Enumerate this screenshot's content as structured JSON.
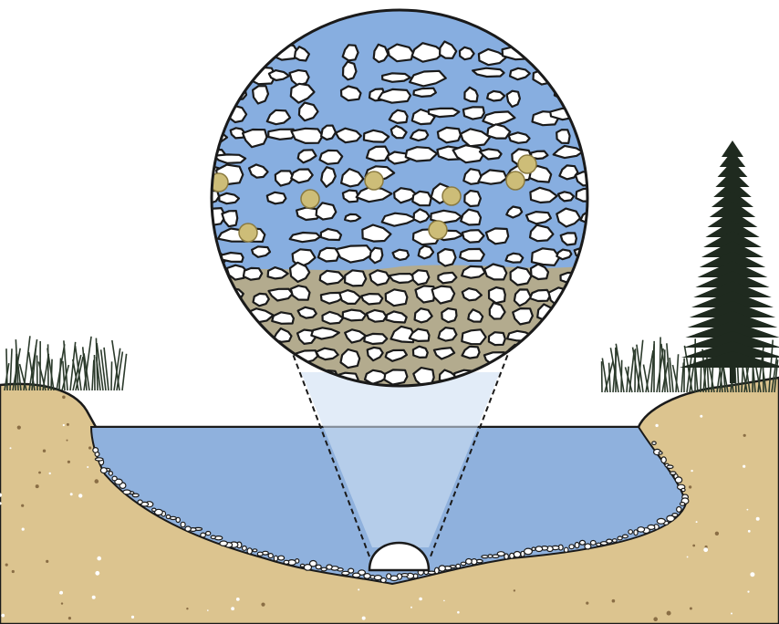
{
  "figure": {
    "labels": [],
    "components": [
      "sandy-soil-cross-section",
      "pond-water",
      "gravel-bed-lining",
      "sample-dome",
      "magnified-view-circle",
      "zoom-cone",
      "grass-tuft-left",
      "grass-tuft-right",
      "pine-tree"
    ]
  },
  "palette": {
    "sky": "#ffffff",
    "sand": "#dcc48f",
    "sand_speck": "#8a6e45",
    "water": "#8fb1dd",
    "water_light": "#cfe0f3",
    "magnified_water": "#87aee0",
    "magnified_sediment": "#b3ab8e",
    "pebble": "#ffffff",
    "outline": "#1a1a1a",
    "particle": "#cdbd78",
    "vegetation": "#2b3a2b"
  }
}
